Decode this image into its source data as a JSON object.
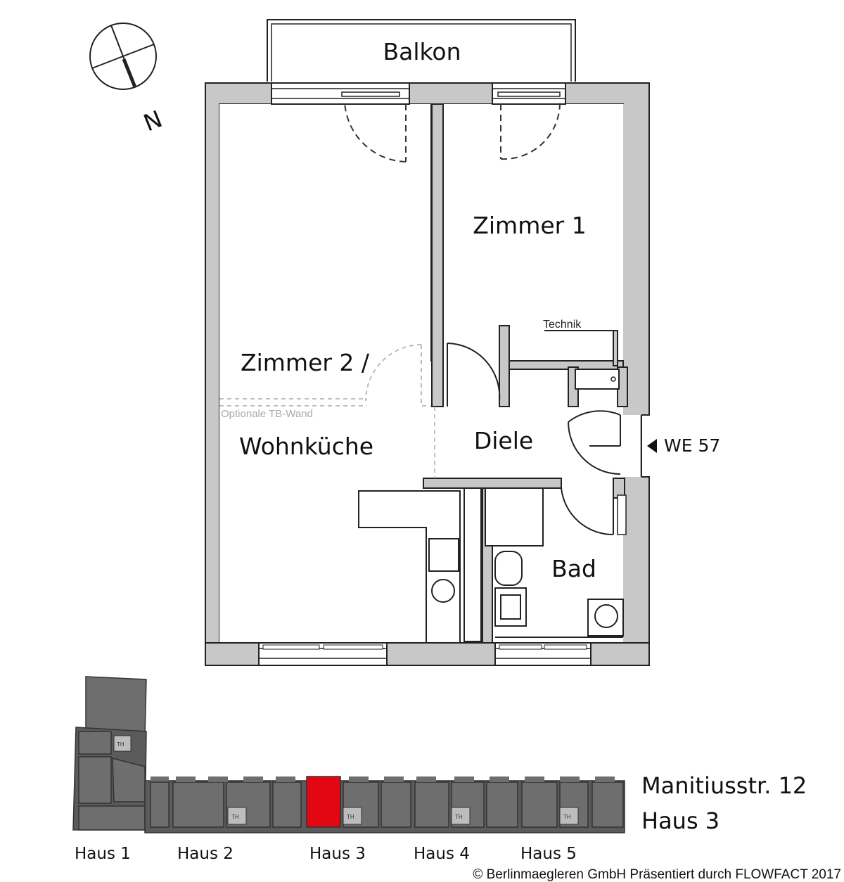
{
  "compass": {
    "north_label": "N"
  },
  "rooms": {
    "balkon": "Balkon",
    "zimmer1": "Zimmer 1",
    "zimmer2_line1": "Zimmer 2 /",
    "zimmer2_line2": "Wohnküche",
    "diele": "Diele",
    "bad": "Bad",
    "technik": "Technik",
    "tb_wand": "Optionale TB-Wand"
  },
  "unit": {
    "entrance_label": "WE 57"
  },
  "address": {
    "street": "Manitiusstr. 12",
    "house": "Haus 3"
  },
  "site_plan": {
    "houses": [
      "Haus 1",
      "Haus 2",
      "Haus 3",
      "Haus 4",
      "Haus 5"
    ],
    "th_label": "TH",
    "highlight_color": "#e30613"
  },
  "footer": {
    "copyright": "© Berlinmaegleren GmbH Präsentiert durch FLOWFACT 2017"
  }
}
